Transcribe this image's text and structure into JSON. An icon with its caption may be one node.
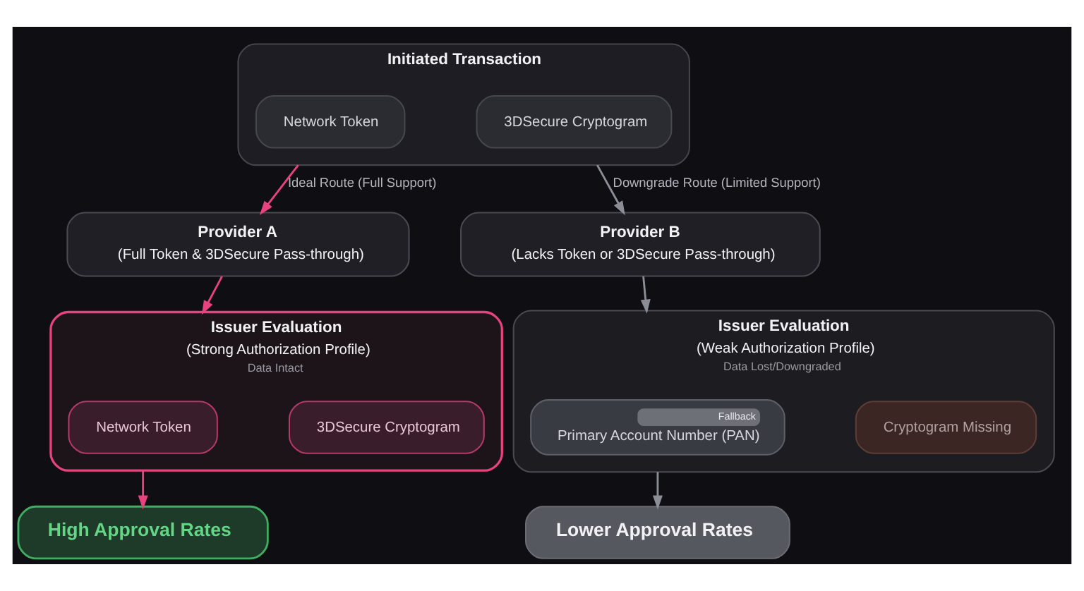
{
  "diagram": {
    "nodes": [
      {
        "text": [
          "Initiated Transaction"
        ]
      },
      {
        "text": [
          "Network Token"
        ],
        "in": 0
      },
      {
        "text": [
          "3DSecure Cryptogram"
        ],
        "in": 0
      },
      {
        "text": [
          "Provider A",
          "(Full Token & 3DSecure Pass-through)"
        ]
      },
      {
        "text": [
          "Provider B",
          "(Lacks Token or 3DSecure Pass-through)"
        ]
      },
      {
        "text": [
          "Issuer Evaluation",
          "(Strong Authorization Profile)",
          "Data Intact"
        ]
      },
      {
        "text": [
          "Network Token"
        ],
        "in": 5
      },
      {
        "text": [
          "3DSecure Cryptogram"
        ],
        "in": 5
      },
      {
        "text": [
          "Issuer Evaluation",
          "(Weak Authorization Profile)",
          "Data Lost/Downgraded"
        ]
      },
      {
        "text": [
          "Fallback",
          "Primary Account Number (PAN)"
        ],
        "in": 8
      },
      {
        "text": [
          "Cryptogram Missing"
        ],
        "in": 8
      },
      {
        "text": [
          "High Approval Rates"
        ]
      },
      {
        "text": [
          "Lower Approval Rates"
        ]
      }
    ],
    "edges": [
      {
        "from": 0,
        "to": 3,
        "arrow": "to",
        "label": "Ideal Route (Full Support)",
        "color": "#e8437f"
      },
      {
        "from": 0,
        "to": 4,
        "arrow": "to",
        "label": "Downgrade Route (Limited Support)",
        "color": "#8b8e96"
      },
      {
        "from": 3,
        "to": 5,
        "arrow": "to",
        "color": "#e8437f"
      },
      {
        "from": 4,
        "to": 8,
        "arrow": "to",
        "color": "#8b8e96"
      },
      {
        "from": 5,
        "to": 11,
        "arrow": "to",
        "color": "#e8437f"
      },
      {
        "from": 8,
        "to": 12,
        "arrow": "to",
        "color": "#8b8e96"
      }
    ]
  }
}
